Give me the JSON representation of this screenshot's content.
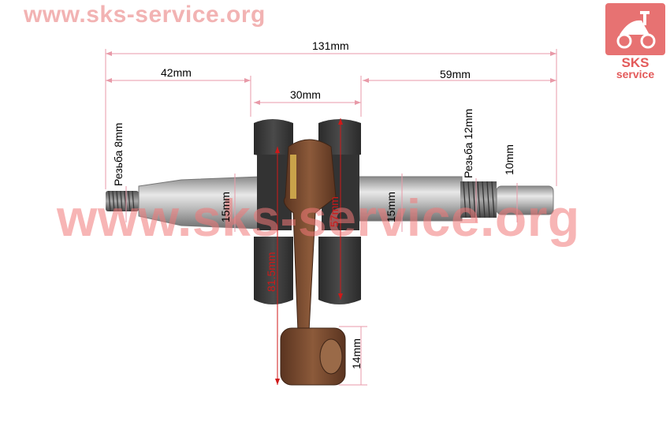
{
  "watermark": {
    "top": "www.sks-service.org",
    "center": "www.sks-service.org"
  },
  "logo": {
    "line1": "SKS",
    "line2": "service",
    "color": "#e35a5a"
  },
  "dimensions": {
    "total_length": "131mm",
    "left_shaft": "42mm",
    "web_width": "30mm",
    "right_shaft": "59mm",
    "left_thread": "Резьба 8mm",
    "right_thread": "Резьба 12mm",
    "right_tip_dia": "10mm",
    "left_journal_dia": "15mm",
    "right_journal_dia": "15mm",
    "rod_length": "57mm",
    "total_rod_length": "81.5mm",
    "small_end_dia": "14mm"
  },
  "colors": {
    "dimension_line": "#e89aa8",
    "red_label": "#d01818",
    "shaft_steel": "#c8c8c8",
    "rod_bronze": "#7a4a30"
  }
}
